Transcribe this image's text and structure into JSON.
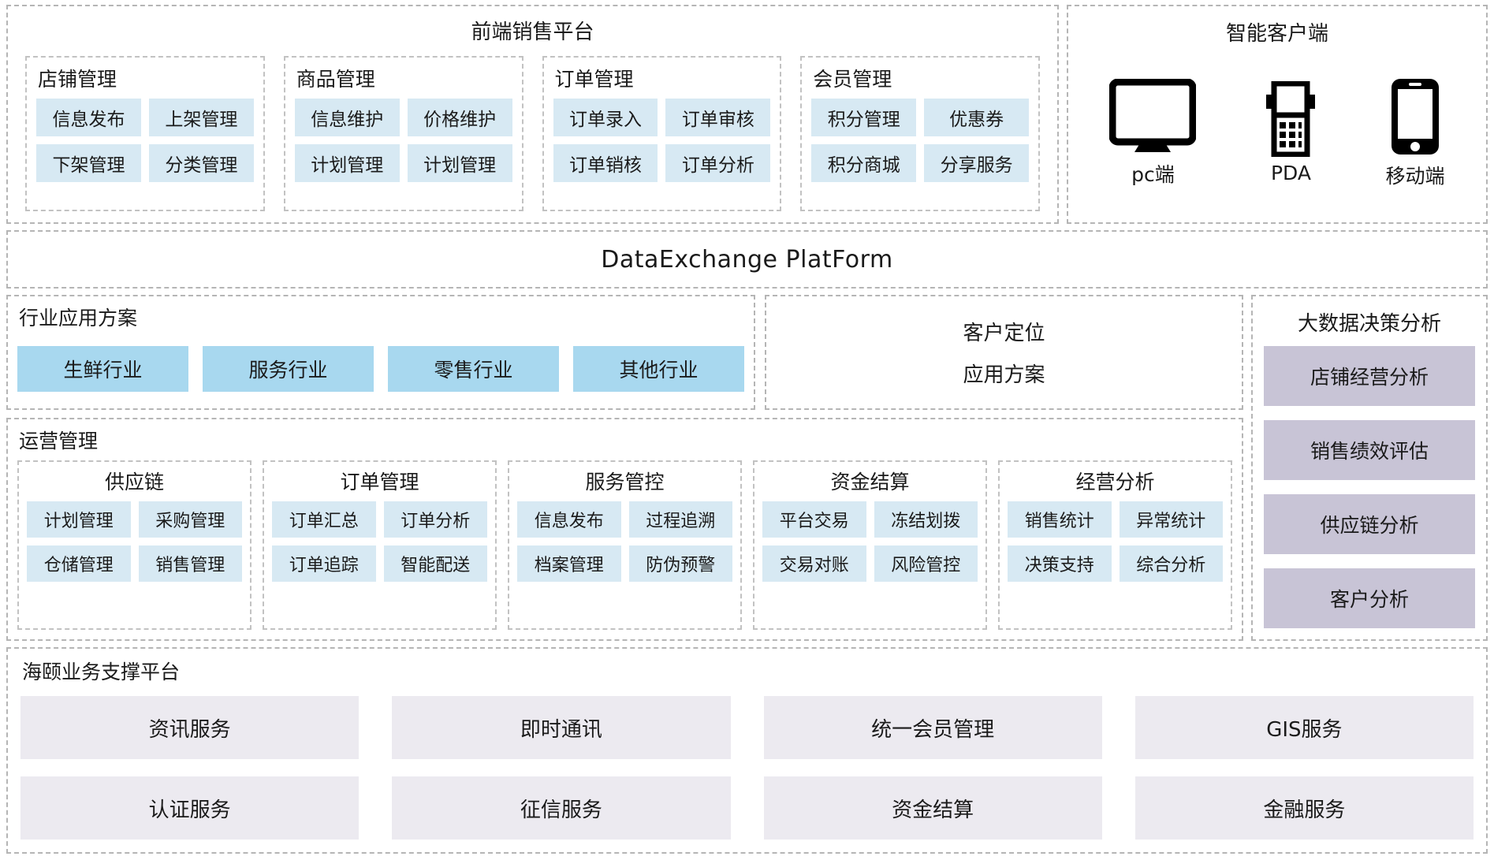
{
  "front_platform": {
    "title": "前端销售平台",
    "groups": [
      {
        "title": "店铺管理",
        "tiles": [
          [
            "信息发布",
            "上架管理"
          ],
          [
            "下架管理",
            "分类管理"
          ]
        ]
      },
      {
        "title": "商品管理",
        "tiles": [
          [
            "信息维护",
            "价格维护"
          ],
          [
            "计划管理",
            "计划管理"
          ]
        ]
      },
      {
        "title": "订单管理",
        "tiles": [
          [
            "订单录入",
            "订单审核"
          ],
          [
            "订单销核",
            "订单分析"
          ]
        ]
      },
      {
        "title": "会员管理",
        "tiles": [
          [
            "积分管理",
            "优惠券"
          ],
          [
            "积分商城",
            "分享服务"
          ]
        ]
      }
    ]
  },
  "smart_client": {
    "title": "智能客户端",
    "devices": [
      {
        "icon": "monitor-icon",
        "label": "pc端"
      },
      {
        "icon": "pda-icon",
        "label": "PDA"
      },
      {
        "icon": "mobile-phone-icon",
        "label": "移动端"
      }
    ]
  },
  "data_exchange": {
    "title": "DataExchange PlatForm"
  },
  "industry": {
    "title": "行业应用方案",
    "tiles": [
      "生鲜行业",
      "服务行业",
      "零售行业",
      "其他行业"
    ]
  },
  "customer_positioning": {
    "line1": "客户定位",
    "line2": "应用方案"
  },
  "operations": {
    "title": "运营管理",
    "groups": [
      {
        "title": "供应链",
        "tiles": [
          [
            "计划管理",
            "采购管理"
          ],
          [
            "仓储管理",
            "销售管理"
          ]
        ]
      },
      {
        "title": "订单管理",
        "tiles": [
          [
            "订单汇总",
            "订单分析"
          ],
          [
            "订单追踪",
            "智能配送"
          ]
        ]
      },
      {
        "title": "服务管控",
        "tiles": [
          [
            "信息发布",
            "过程追溯"
          ],
          [
            "档案管理",
            "防伪预警"
          ]
        ]
      },
      {
        "title": "资金结算",
        "tiles": [
          [
            "平台交易",
            "冻结划拨"
          ],
          [
            "交易对账",
            "风险管控"
          ]
        ]
      },
      {
        "title": "经营分析",
        "tiles": [
          [
            "销售统计",
            "异常统计"
          ],
          [
            "决策支持",
            "综合分析"
          ]
        ]
      }
    ]
  },
  "big_data": {
    "title": "大数据决策分析",
    "tiles": [
      "店铺经营分析",
      "销售绩效评估",
      "供应链分析",
      "客户分析"
    ]
  },
  "bottom_platform": {
    "title": "海颐业务支撑平台",
    "tiles": [
      "资讯服务",
      "即时通讯",
      "统一会员管理",
      "GIS服务",
      "认证服务",
      "征信服务",
      "资金结算",
      "金融服务"
    ]
  },
  "colors": {
    "tile_blue": "#d7e9f3",
    "industry_blue": "#a8d8ef",
    "bigdata_purple": "#c8c4d6",
    "bottom_grey": "#eceaf0",
    "border_dashed": "#b5b5b5"
  }
}
